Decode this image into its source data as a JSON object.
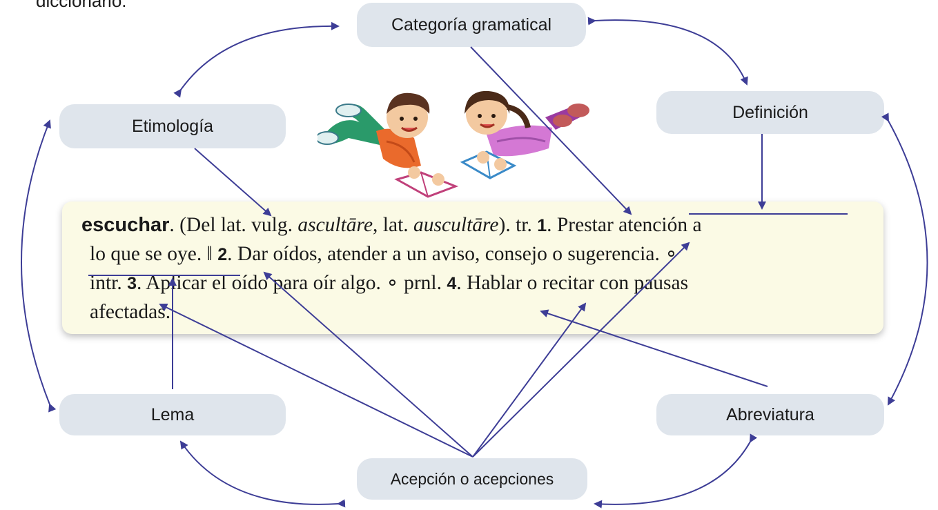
{
  "intro_fragment": "diccionario.",
  "labels": {
    "categoria": "Categoría gramatical",
    "etimologia": "Etimología",
    "definicion": "Definición",
    "lema": "Lema",
    "abreviatura": "Abreviatura",
    "acepciones": "Acepción o acepciones"
  },
  "entry": {
    "headword": "escuchar",
    "p1": ". (Del lat. vulg. ",
    "it1": "ascultāre",
    "p2": ", lat. ",
    "it2": "auscultāre",
    "p3": "). tr. ",
    "n1": "1",
    "p4": ". Prestar atención a",
    "p5": "lo que se oye. ‖ ",
    "n2": "2",
    "p6": ". Dar oídos, atender a un aviso, consejo o sugerencia. ∘",
    "p7": "intr. ",
    "n3": "3",
    "p8": ". Aplicar el oído para oír algo. ∘ prnl. ",
    "n4": "4",
    "p9": ". Hablar o recitar con pausas",
    "p10": "afectadas."
  },
  "colors": {
    "arrow": "#3d3d96",
    "pill": "#dfe5ec",
    "entry_bg": "#fbfae5"
  }
}
